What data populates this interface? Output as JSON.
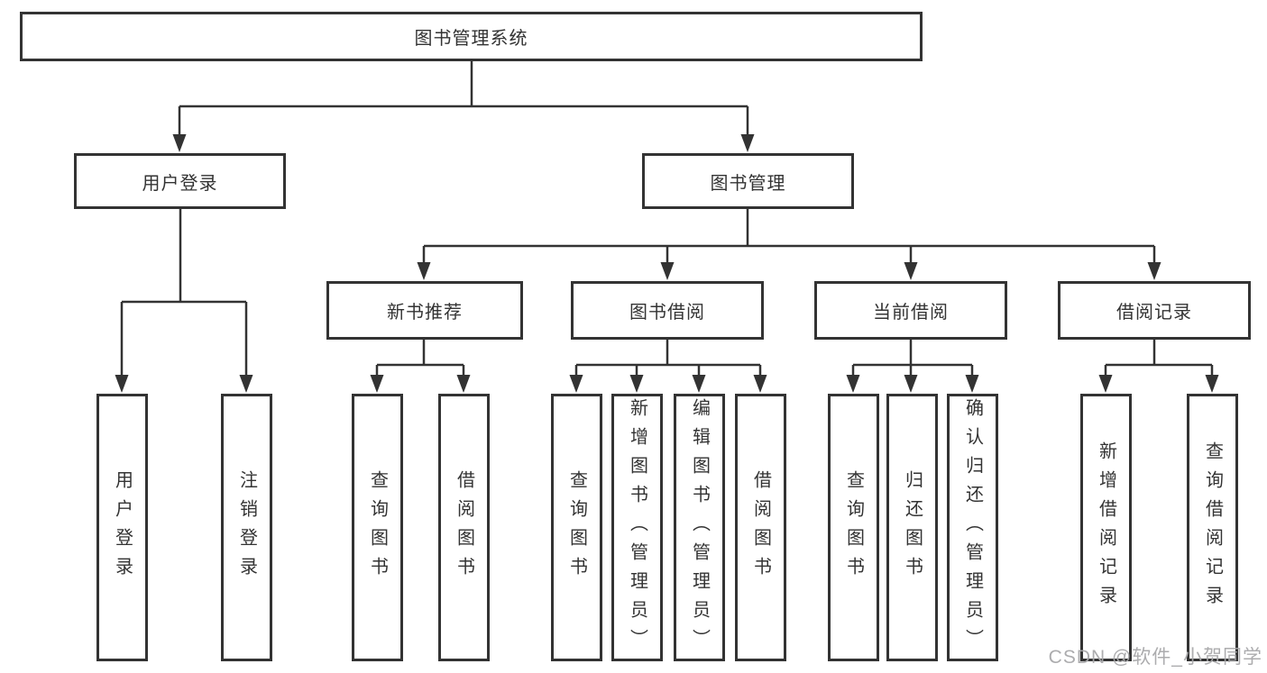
{
  "root": {
    "label": "图书管理系统"
  },
  "branches": [
    {
      "label": "用户登录",
      "children": [
        {
          "label": "用户登录"
        },
        {
          "label": "注销登录"
        }
      ]
    },
    {
      "label": "图书管理",
      "children": [
        {
          "label": "新书推荐",
          "children": [
            {
              "label": "查询图书"
            },
            {
              "label": "借阅图书"
            }
          ]
        },
        {
          "label": "图书借阅",
          "children": [
            {
              "label": "查询图书"
            },
            {
              "label": "新增图书（管理员）"
            },
            {
              "label": "编辑图书（管理员）"
            },
            {
              "label": "借阅图书"
            }
          ]
        },
        {
          "label": "当前借阅",
          "children": [
            {
              "label": "查询图书"
            },
            {
              "label": "归还图书"
            },
            {
              "label": "确认归还（管理员）"
            }
          ]
        },
        {
          "label": "借阅记录",
          "children": [
            {
              "label": "新增借阅记录"
            },
            {
              "label": "查询借阅记录"
            }
          ]
        }
      ]
    }
  ],
  "watermark": "CSDN @软件_小贺同学",
  "colors": {
    "line": "#333333",
    "box_border": "#333333",
    "box_fill": "#ffffff",
    "text": "#333333",
    "watermark": "#a8a8aa"
  }
}
